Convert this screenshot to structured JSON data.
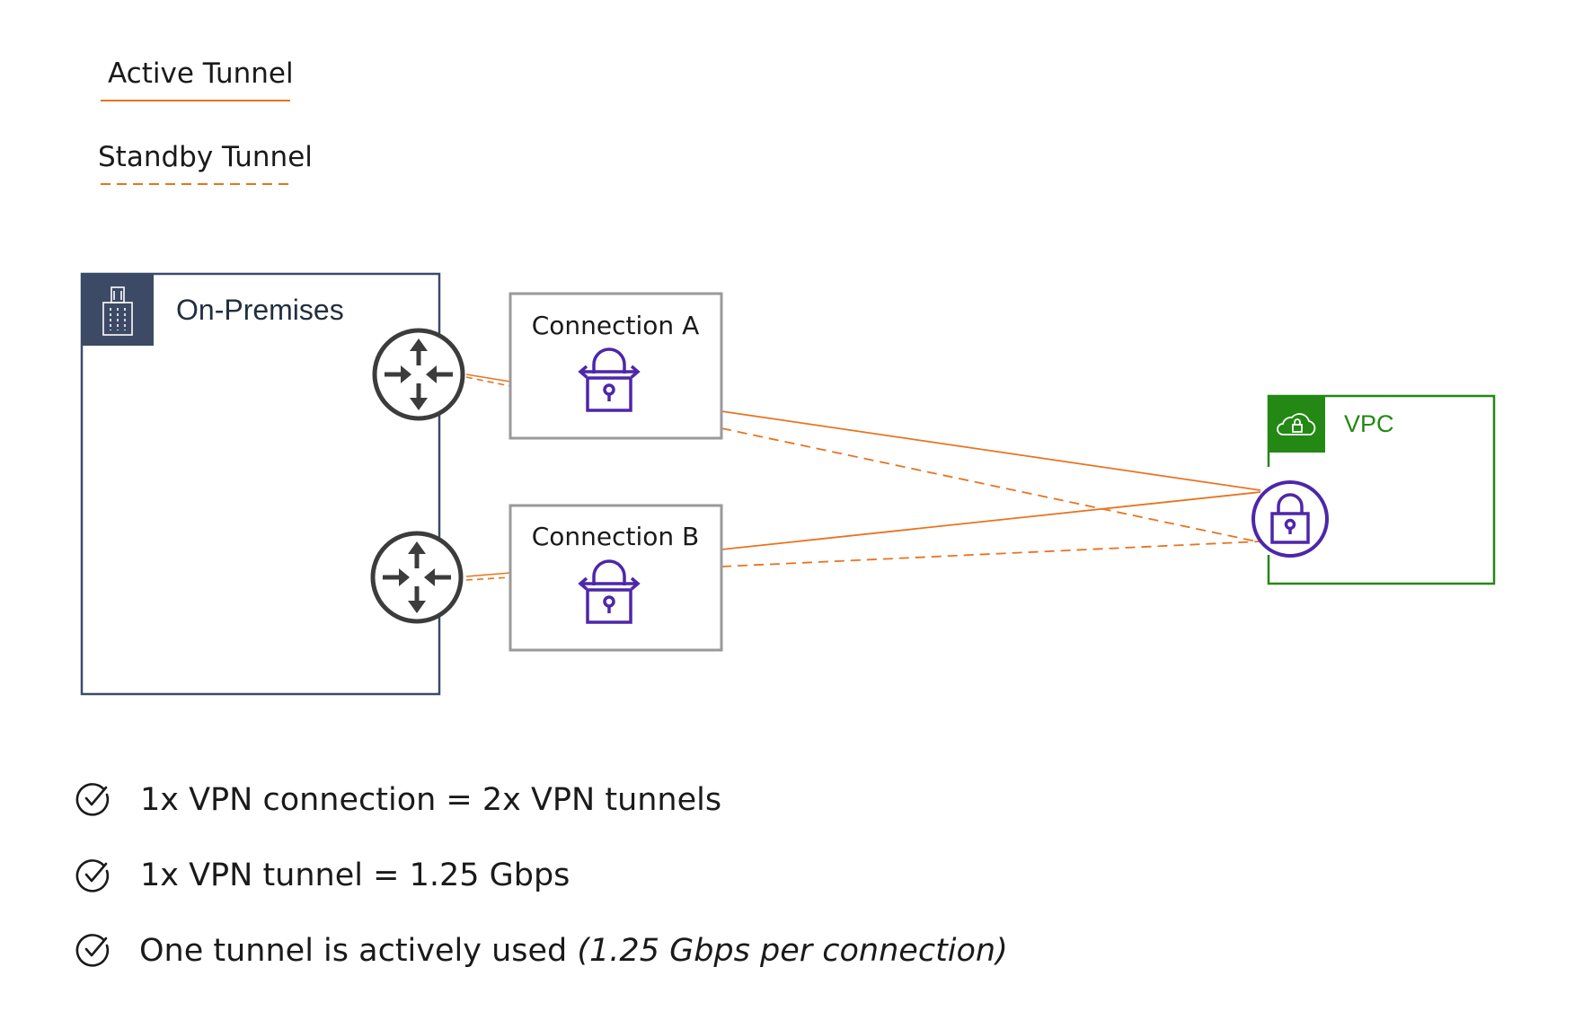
{
  "legend": {
    "active_label": "Active Tunnel",
    "standby_label": "Standby Tunnel"
  },
  "on_premises": {
    "label": "On-Premises",
    "icon": "building-icon"
  },
  "connections": [
    {
      "label": "Connection A",
      "icon": "vpn-connection-icon"
    },
    {
      "label": "Connection B",
      "icon": "vpn-connection-icon"
    }
  ],
  "vpc": {
    "label": "VPC",
    "icon": "cloud-lock-icon",
    "gateway_icon": "vpn-gateway-lock-icon"
  },
  "router_icon": "router-icon",
  "notes": [
    {
      "text": "1x VPN connection = 2x VPN tunnels",
      "italic_suffix": ""
    },
    {
      "text": "1x VPN tunnel = 1.25 Gbps",
      "italic_suffix": ""
    },
    {
      "text": "One tunnel is actively used ",
      "italic_suffix": "(1.25 Gbps per connection)"
    }
  ],
  "colors": {
    "tunnel": "#e8731f",
    "on_premises_border": "#3a4a6b",
    "on_premises_badge": "#3d4a66",
    "vpc": "#248814",
    "vpn_icon": "#4d27aa",
    "connection_border": "#9a9a9a",
    "router": "#3c3c3c"
  }
}
